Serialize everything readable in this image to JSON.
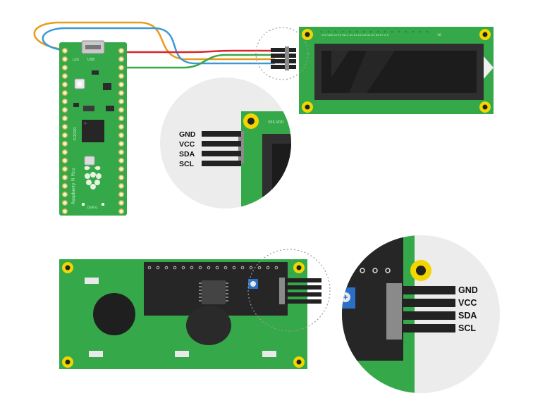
{
  "pico": {
    "usb_label": "USB",
    "led_label": "LED",
    "copyright": "©2020",
    "name": "Raspberry Pi Pico",
    "debug_label": "DEBUG"
  },
  "lcd_front": {
    "header_text": "VSS VDD V0 RS RW E D0 D1 D2 D3 D4 D5 D6 D7 A K",
    "pin_count_label": "16",
    "zoom_pin_text": "VSS VDD"
  },
  "top_callout": {
    "labels": [
      "GND",
      "VCC",
      "SDA",
      "SCL"
    ]
  },
  "bottom_callout": {
    "labels": [
      "GND",
      "VCC",
      "SDA",
      "SCL"
    ]
  },
  "colors": {
    "pcb_green": "#35a84a",
    "pcb_dark": "#2a8a3b",
    "mount_yellow": "#f2d600",
    "wire_orange": "#e89a1c",
    "wire_blue": "#3a9ad9",
    "wire_red": "#d8262e",
    "wire_green": "#3aa64a",
    "pot_blue": "#2b6fc7",
    "callout_bg": "#ececec"
  }
}
